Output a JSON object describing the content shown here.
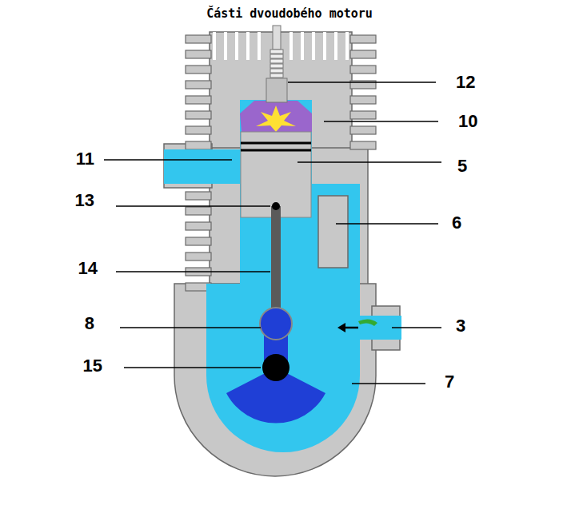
{
  "diagram": {
    "title": "Části dvoudobého motoru",
    "labels": [
      "12",
      "10",
      "11",
      "5",
      "13",
      "6",
      "14",
      "8",
      "3",
      "15",
      "7"
    ]
  }
}
